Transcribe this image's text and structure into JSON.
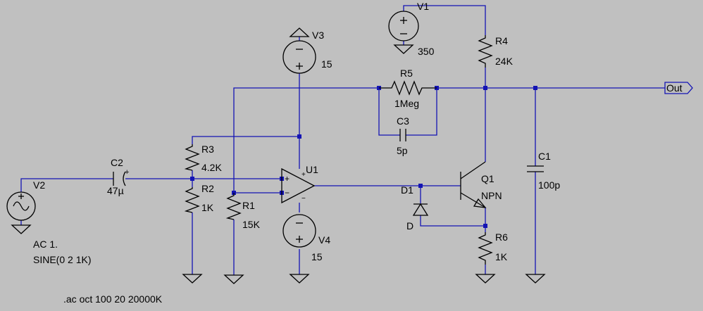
{
  "colors": {
    "background": "#c0c0c0",
    "wire": "#1414b4",
    "component": "#000000",
    "text": "#000000"
  },
  "components": {
    "V1": {
      "name": "V1",
      "value": "350"
    },
    "V2": {
      "name": "V2",
      "value_ac": "AC 1.",
      "value_sine": "SINE(0 2 1K)"
    },
    "V3": {
      "name": "V3",
      "value": "15"
    },
    "V4": {
      "name": "V4",
      "value": "15"
    },
    "R1": {
      "name": "R1",
      "value": "15K"
    },
    "R2": {
      "name": "R2",
      "value": "1K"
    },
    "R3": {
      "name": "R3",
      "value": "4.2K"
    },
    "R4": {
      "name": "R4",
      "value": "24K"
    },
    "R5": {
      "name": "R5",
      "value": "1Meg"
    },
    "R6": {
      "name": "R6",
      "value": "1K"
    },
    "C1": {
      "name": "C1",
      "value": "100p"
    },
    "C2": {
      "name": "C2",
      "value": "47µ"
    },
    "C3": {
      "name": "C3",
      "value": "5p"
    },
    "U1": {
      "name": "U1"
    },
    "Q1": {
      "name": "Q1",
      "value": "NPN"
    },
    "D1": {
      "name": "D1",
      "value": "D"
    }
  },
  "labels": {
    "out": "Out",
    "plus_sign": "+",
    "minus_sign": "−"
  },
  "directive": ".ac oct 100 20 20000K"
}
